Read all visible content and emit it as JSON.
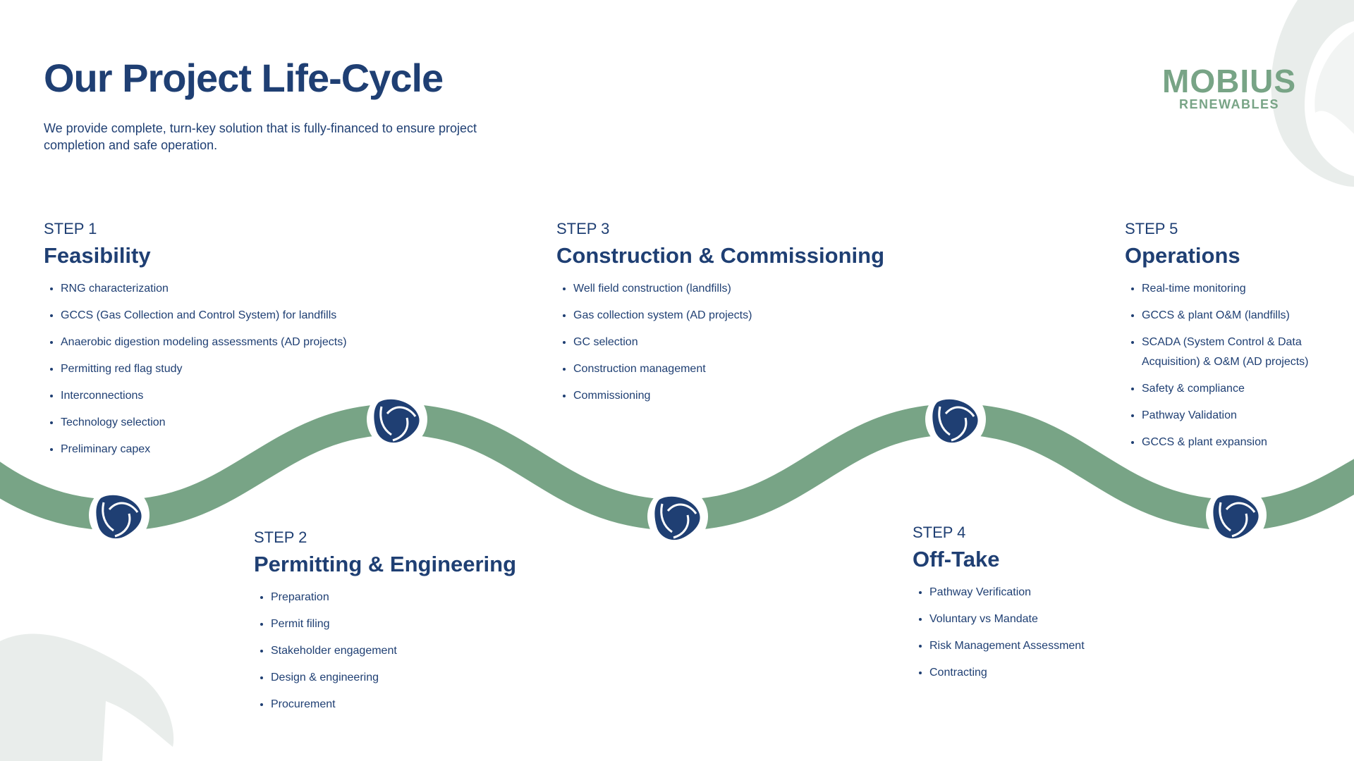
{
  "header": {
    "title": "Our Project Life-Cycle",
    "subtitle": "We provide complete, turn-key solution that is fully-financed to ensure project completion and safe operation."
  },
  "logo": {
    "name": "MOBIUS",
    "tagline": "RENEWABLES"
  },
  "colors": {
    "navy": "#1f3f73",
    "green": "#78a486",
    "deco": "#e9edeb"
  },
  "steps": [
    {
      "label": "STEP 1",
      "title": "Feasibility",
      "items": [
        "RNG characterization",
        "GCCS (Gas Collection and Control System) for landfills",
        "Anaerobic digestion modeling assessments (AD projects)",
        "Permitting red flag study",
        "Interconnections",
        "Technology selection",
        "Preliminary capex"
      ]
    },
    {
      "label": "STEP 2",
      "title": "Permitting & Engineering",
      "items": [
        "Preparation",
        "Permit filing",
        "Stakeholder engagement",
        "Design & engineering",
        "Procurement"
      ]
    },
    {
      "label": "STEP 3",
      "title": "Construction & Commissioning",
      "items": [
        "Well field construction (landfills)",
        "Gas collection system (AD projects)",
        "GC selection",
        "Construction management",
        "Commissioning"
      ]
    },
    {
      "label": "STEP 4",
      "title": "Off-Take",
      "items": [
        "Pathway Verification",
        "Voluntary vs Mandate",
        "Risk Management Assessment",
        "Contracting"
      ]
    },
    {
      "label": "STEP 5",
      "title": "Operations",
      "items": [
        "Real-time monitoring",
        "GCCS & plant O&M (landfills)",
        "SCADA (System Control & Data Acquisition) & O&M (AD projects)",
        "Safety & compliance",
        "Pathway Validation",
        "GCCS & plant expansion"
      ]
    }
  ]
}
